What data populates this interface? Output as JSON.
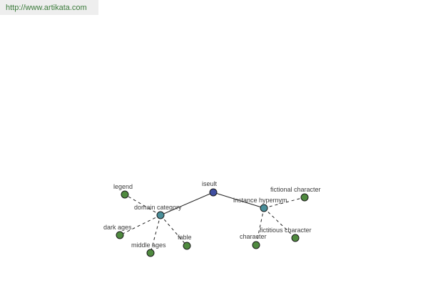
{
  "source": {
    "url": "http://www.artikata.com"
  },
  "graph": {
    "colors": {
      "root": "#3f4ea0",
      "relation": "#4a8f9a",
      "leaf": "#4f8a3f"
    },
    "root": {
      "id": "iseult",
      "label": "iseult"
    },
    "relations": [
      {
        "id": "domain-category",
        "label": "domain category",
        "children": [
          {
            "id": "legend",
            "label": "legend"
          },
          {
            "id": "dark-ages",
            "label": "dark ages"
          },
          {
            "id": "middle-ages",
            "label": "middle ages"
          },
          {
            "id": "fable",
            "label": "fable"
          }
        ]
      },
      {
        "id": "instance-hypernym",
        "label": "instance hypernym",
        "children": [
          {
            "id": "fictional-character",
            "label": "fictional character"
          },
          {
            "id": "fictitious-character",
            "label": "fictitious character"
          },
          {
            "id": "character",
            "label": "character"
          }
        ]
      }
    ]
  }
}
